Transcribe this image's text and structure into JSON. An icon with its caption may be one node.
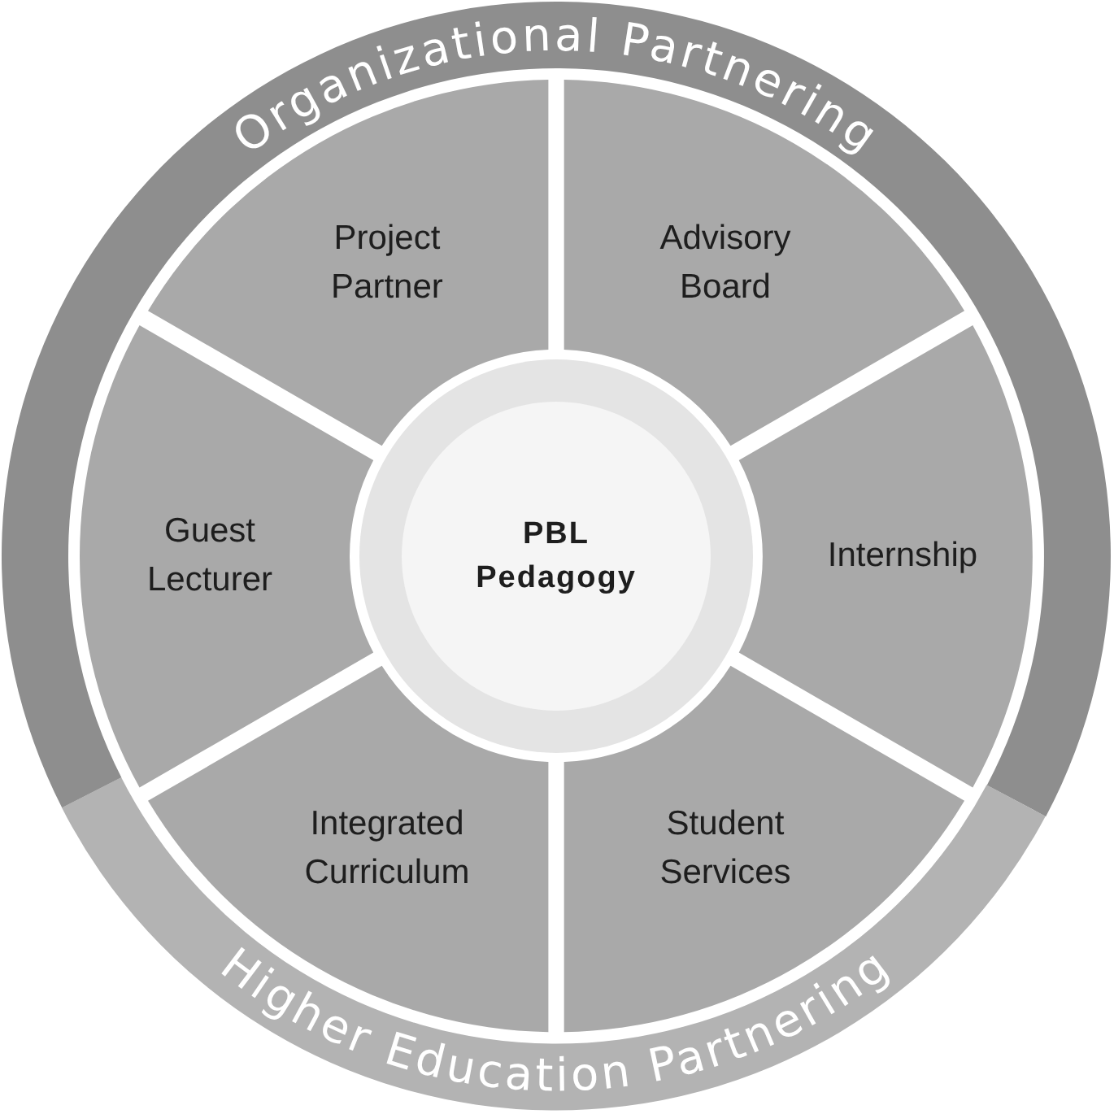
{
  "diagram": {
    "nodes": [
      {
        "text": [
          "Organizational Partnering"
        ]
      },
      {
        "text": [
          "Higher Education Partnering"
        ]
      },
      {
        "text": [
          "Project Partner"
        ]
      },
      {
        "text": [
          "Advisory Board"
        ]
      },
      {
        "text": [
          "Guest Lecturer"
        ]
      },
      {
        "text": [
          "Internship"
        ]
      },
      {
        "text": [
          "Integrated Curriculum"
        ]
      },
      {
        "text": [
          "Student Services"
        ]
      },
      {
        "text": [
          "PBL Pedagogy"
        ]
      }
    ]
  }
}
